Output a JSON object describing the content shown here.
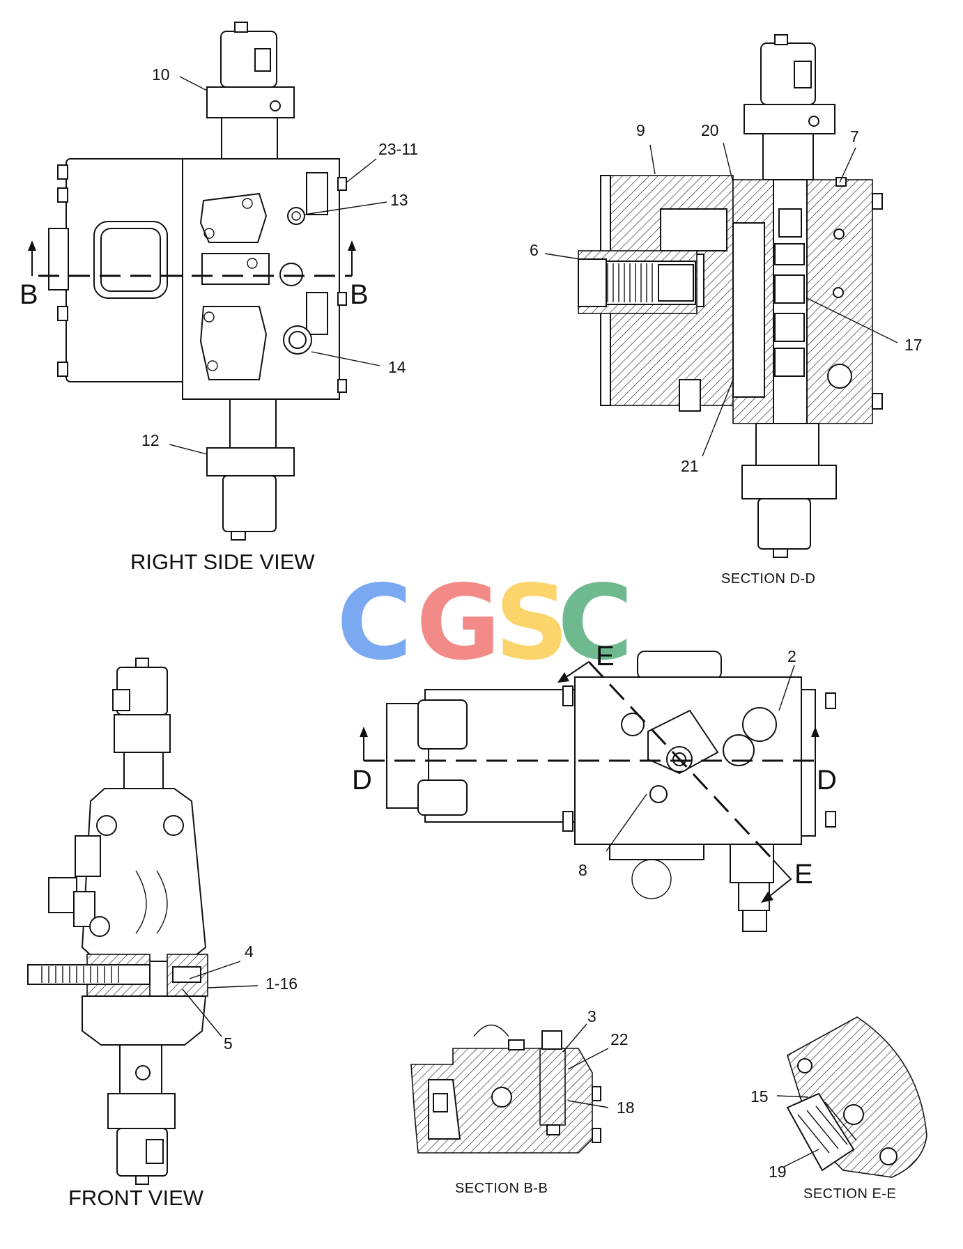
{
  "views": {
    "right_side_view": {
      "title": "RIGHT SIDE VIEW",
      "callouts": [
        "10",
        "23-11",
        "13",
        "14",
        "12"
      ],
      "section_marks": [
        "B",
        "B"
      ]
    },
    "section_d_d": {
      "title": "SECTION D-D",
      "callouts": [
        "9",
        "20",
        "7",
        "6",
        "17",
        "21"
      ]
    },
    "top_view": {
      "callouts": [
        "2",
        "8"
      ],
      "section_marks": [
        "E",
        "E",
        "D",
        "D"
      ]
    },
    "front_view": {
      "title": "FRONT VIEW",
      "callouts": [
        "4",
        "1-16",
        "5"
      ]
    },
    "section_b_b": {
      "title": "SECTION B-B",
      "callouts": [
        "3",
        "22",
        "18"
      ]
    },
    "section_e_e": {
      "title": "SECTION E-E",
      "callouts": [
        "15",
        "19"
      ]
    }
  },
  "watermark": {
    "text": [
      "C",
      "G",
      "S",
      "C"
    ],
    "colors": [
      "#7aa9f2",
      "#f28b87",
      "#fbd56b",
      "#6fb98f"
    ]
  }
}
